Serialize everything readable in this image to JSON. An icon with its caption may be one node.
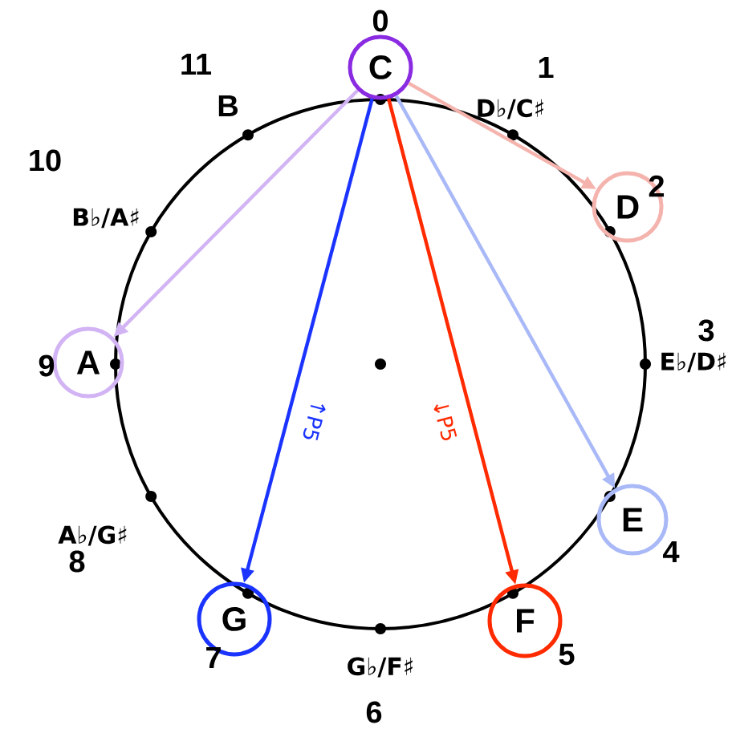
{
  "diagram": {
    "nodes": [
      {
        "text": [
          "C"
        ],
        "beside": [
          "0"
        ]
      },
      {
        "text": [
          "D"
        ],
        "beside": [
          "2"
        ]
      },
      {
        "text": [
          "A"
        ],
        "beside": [
          "9"
        ]
      },
      {
        "text": [
          "E"
        ],
        "beside": [
          "4"
        ]
      },
      {
        "text": [
          "G"
        ],
        "beside": [
          "7"
        ]
      },
      {
        "text": [
          "F"
        ],
        "beside": [
          "5"
        ]
      }
    ],
    "edges": [
      {
        "from": 0,
        "to": 1,
        "arrow": "to",
        "color": "#f5b3ad"
      },
      {
        "from": 0,
        "to": 2,
        "arrow": "to",
        "color": "#d2b4f5"
      },
      {
        "from": 0,
        "to": 3,
        "arrow": "to",
        "color": "#a9b9f8"
      },
      {
        "from": 0,
        "to": 4,
        "arrow": "to",
        "color": "#1a33ff",
        "label": "↑P5"
      },
      {
        "from": 0,
        "to": 5,
        "arrow": "to",
        "color": "#ff2a00",
        "label": "↓P5"
      }
    ],
    "labels": [
      "11",
      "1",
      "B",
      "D♭/C♯",
      "10",
      "B♭/A♯",
      "3",
      "E♭/D♯",
      "A♭/G♯",
      "8",
      "G♭/F♯",
      "6"
    ]
  }
}
